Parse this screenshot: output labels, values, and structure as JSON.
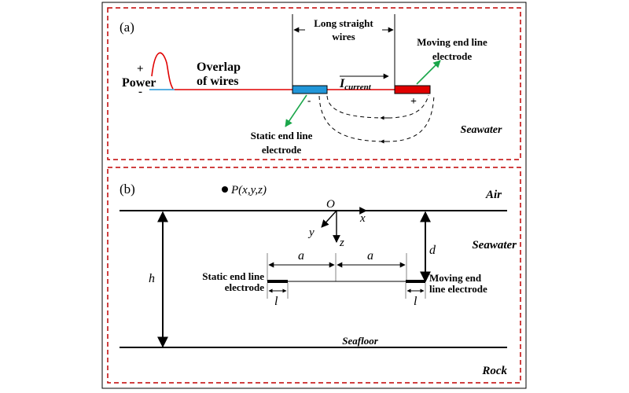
{
  "panel_a": {
    "label": "(a)",
    "power": {
      "plus": "+",
      "word": "Power",
      "minus": "-"
    },
    "overlap": {
      "line1": "Overlap",
      "line2": "of wires"
    },
    "long_wires": {
      "line1": "Long straight",
      "line2": "wires"
    },
    "moving_label": {
      "line1": "Moving end line",
      "line2": "electrode"
    },
    "current": {
      "symbol": "I",
      "subscript": "current"
    },
    "static_minus": "-",
    "moving_plus": "+",
    "static_label": {
      "line1": "Static end line",
      "line2": "electrode"
    },
    "medium": "Seawater"
  },
  "panel_b": {
    "label": "(b)",
    "point": "P(x,y,z)",
    "air": "Air",
    "origin": "O",
    "axis_x": "x",
    "axis_y": "y",
    "axis_z": "z",
    "seawater": "Seawater",
    "d": "d",
    "h": "h",
    "a_left": "a",
    "a_right": "a",
    "static_label": {
      "line1": "Static end line",
      "line2": "electrode"
    },
    "moving_label": {
      "line1": "Moving end",
      "line2": "line electrode"
    },
    "l_left": "l",
    "l_right": "l",
    "seafloor": "Seafloor",
    "rock": "Rock"
  },
  "colors": {
    "frame_dash": "#c00000",
    "wire_red": "#e00000",
    "static_electrode": "#2196d8",
    "moving_electrode": "#e00000",
    "pointer_green": "#1aa64a",
    "power_neg_line": "#2196d8"
  }
}
